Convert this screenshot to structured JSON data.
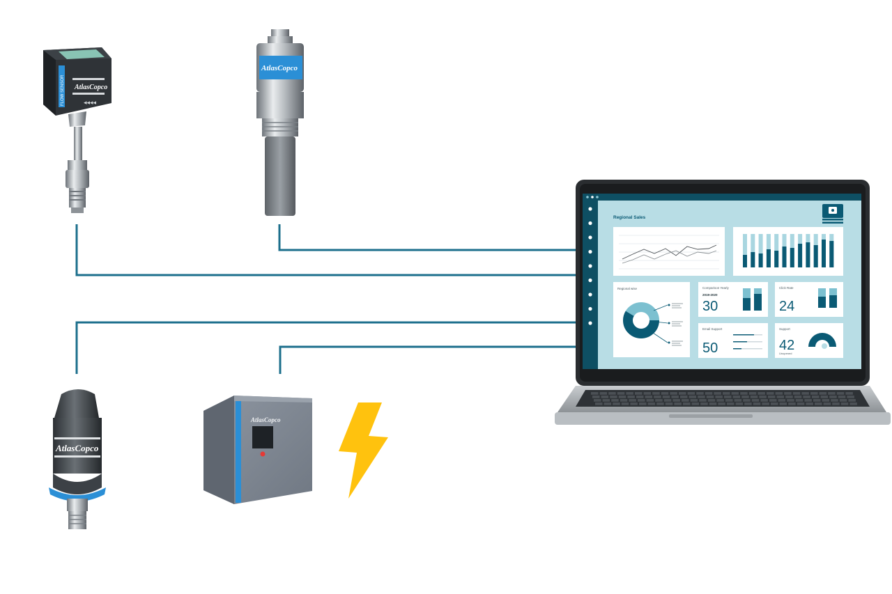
{
  "colors": {
    "connector": "#1c6f8c",
    "screen_bg": "#b8dde5",
    "sidebar": "#0e4f63",
    "accent": "#0a5a74",
    "lightning": "#ffc20e",
    "brand_blue": "#2b8fd6"
  },
  "devices": {
    "flow_sensor": {
      "brand": "AtlasCopco",
      "side_label": "FLOW SENSOR"
    },
    "dewpoint_sensor": {
      "brand": "AtlasCopco"
    },
    "pressure_sensor": {
      "brand": "AtlasCopco"
    },
    "power_meter_cabinet": {
      "brand": "AtlasCopco",
      "icon": "lightning-bolt-icon"
    }
  },
  "dashboard": {
    "title": "Regional Sales",
    "sidebar_icons": [
      "home-icon",
      "search-icon",
      "bar-chart-icon",
      "chat-icon",
      "globe-icon",
      "phone-icon",
      "mail-icon",
      "send-icon",
      "user-icon"
    ],
    "widgets": {
      "regional_wise": {
        "label": "Regional wise"
      },
      "comparison": {
        "label": "Comparison Yearly",
        "sublabel": "2019-2020",
        "value": "30"
      },
      "click_rate": {
        "label": "Click Rate",
        "value": "24"
      },
      "email_support": {
        "label": "Email Support",
        "value": "50"
      },
      "support": {
        "label": "Support",
        "value": "42",
        "sublabel": "Unopened"
      }
    }
  }
}
